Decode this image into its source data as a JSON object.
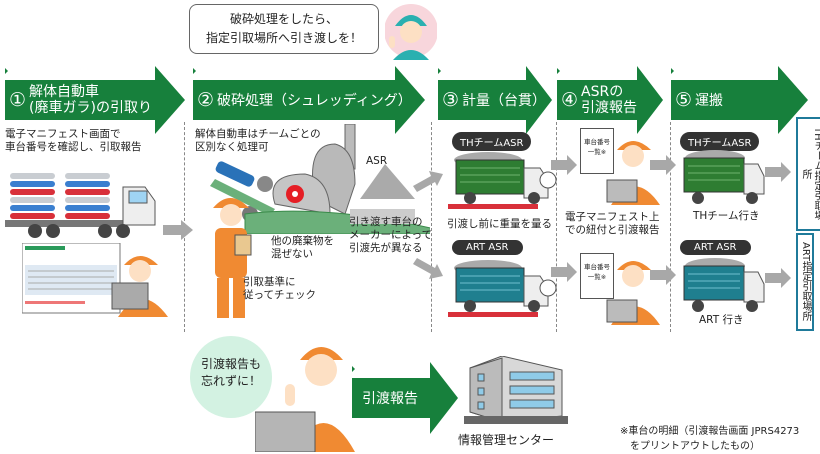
{
  "speech_top": {
    "line1": "破砕処理をしたら、",
    "line2": "指定引取場所へ引き渡しを！"
  },
  "steps": [
    {
      "num": "①",
      "line1": "解体自動車",
      "line2": "(廃車ガラ)の引取り"
    },
    {
      "num": "②",
      "line1": "破砕処理（シュレッディング）"
    },
    {
      "num": "③",
      "line1": "計量（台貫）"
    },
    {
      "num": "④",
      "line1": "ASRの",
      "line2": "引渡報告"
    },
    {
      "num": "⑤",
      "line1": "運搬"
    }
  ],
  "step1": {
    "caption1": "電子マニフェスト画面で",
    "caption2": "車台番号を確認し、引取報告"
  },
  "step2": {
    "caption1": "解体自動車はチームごとの",
    "caption2": "区別なく処理可",
    "asr_label": "ASR",
    "note_mix1": "他の廃棄物を",
    "note_mix2": "混ぜない",
    "note_check1": "引取基準に",
    "note_check2": "従ってチェック",
    "note_dest1": "引き渡す車台の",
    "note_dest2": "メーカーによって",
    "note_dest3": "引渡先が異なる"
  },
  "step3": {
    "pill_th": "THチームASR",
    "pill_art": "ART ASR",
    "caption": "引渡し前に重量を量る"
  },
  "step4": {
    "doc_label1": "車台番号",
    "doc_label2": "一覧※",
    "caption1": "電子マニフェスト上",
    "caption2": "での紐付と引渡報告"
  },
  "step5": {
    "pill_th": "THチームASR",
    "pill_art": "ART ASR",
    "caption_th": "THチーム行き",
    "caption_art": "ART 行き"
  },
  "destinations": {
    "th": "THチーム指定引取場所",
    "art": "ART指定引取場所"
  },
  "bottom": {
    "bubble1": "引渡報告も",
    "bubble2": "忘れずに！",
    "arrow_label": "引渡報告",
    "center_label": "情報管理センター"
  },
  "footnote": {
    "line1": "※車台の明細（引渡報告画面 JPRS4273",
    "line2": "をプリントアウトしたもの）"
  },
  "colors": {
    "green": "#17803c",
    "truck_green": "#2e7d32",
    "truck_teal": "#1f7f8f",
    "orange": "#f08a32",
    "grey_arrow": "#a8a8a8",
    "dest_border": "#1f7a9a"
  }
}
